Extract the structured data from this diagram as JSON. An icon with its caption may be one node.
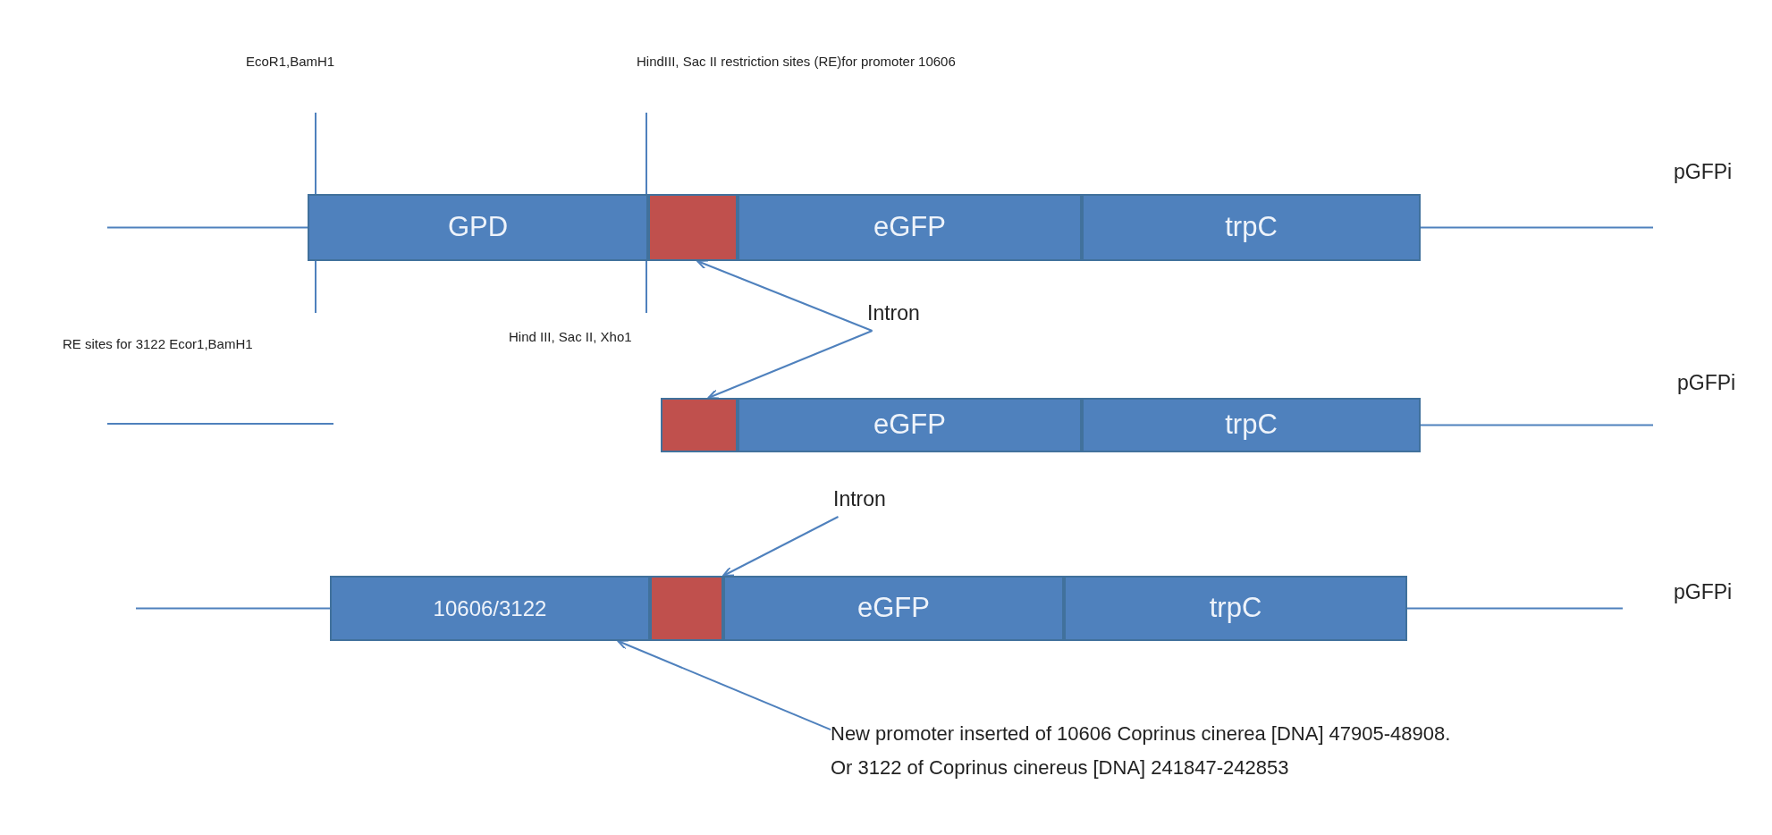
{
  "diagram": {
    "nodes": [
      {
        "text": [
          "GPD"
        ]
      },
      {
        "text": [],
        "shape": "box"
      },
      {
        "text": [
          "eGFP"
        ]
      },
      {
        "text": [
          "trpC"
        ]
      },
      {
        "text": [
          "pGFPi"
        ]
      },
      {
        "text": [
          "Intron"
        ]
      },
      {
        "text": [],
        "shape": "box"
      },
      {
        "text": [
          "eGFP"
        ]
      },
      {
        "text": [
          "trpC"
        ]
      },
      {
        "text": [
          "pGFPi"
        ]
      },
      {
        "text": [
          "Intron"
        ]
      },
      {
        "text": [
          "10606/3122"
        ]
      },
      {
        "text": [],
        "shape": "box"
      },
      {
        "text": [
          "eGFP"
        ]
      },
      {
        "text": [
          "trpC"
        ]
      },
      {
        "text": [
          "pGFPi"
        ]
      },
      {
        "text": [
          "New promoter inserted of 10606 Coprinus cinerea [DNA] 47905-48908.",
          "Or 3122 of Coprinus cinereus [DNA] 241847-242853"
        ]
      }
    ],
    "edges": [
      {
        "from": 5,
        "to": 1,
        "arrow": "to"
      },
      {
        "from": 5,
        "to": 6,
        "arrow": "to"
      },
      {
        "from": 10,
        "to": 12,
        "arrow": "to"
      },
      {
        "from": 16,
        "to": 11,
        "arrow": "to"
      },
      {
        "from": null,
        "to": 0,
        "arrow": "none"
      },
      {
        "from": 3,
        "to": null,
        "arrow": "none"
      },
      {
        "from": 8,
        "to": null,
        "arrow": "none"
      },
      {
        "from": null,
        "to": 11,
        "arrow": "none"
      },
      {
        "from": 14,
        "to": null,
        "arrow": "none"
      }
    ],
    "labels": [
      "EcoR1,BamH1",
      "HindIII, Sac II restriction sites (RE)for promoter 10606",
      "RE sites for 3122 Ecor1,BamH1",
      "Hind III, Sac II, Xho1"
    ]
  }
}
